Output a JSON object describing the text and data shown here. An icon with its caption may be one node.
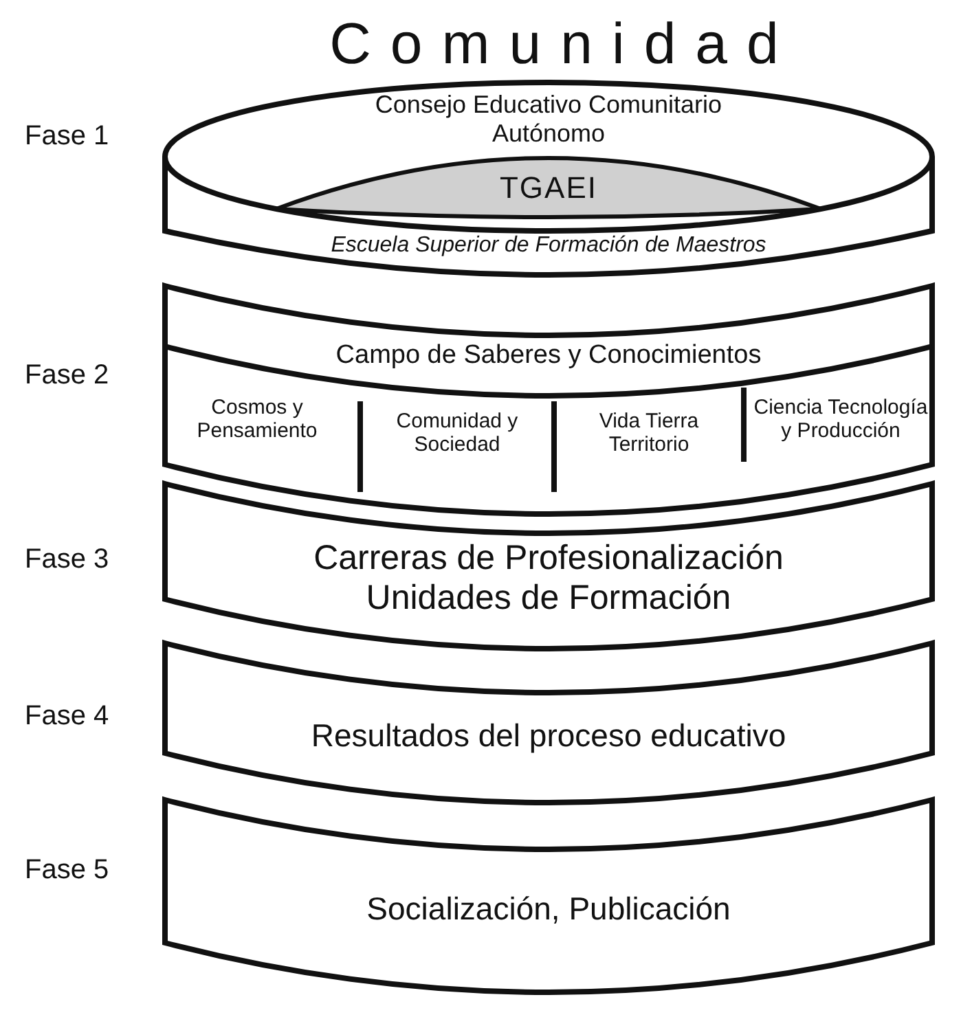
{
  "diagram": {
    "title": "Comunidad",
    "nodes": [
      {
        "text": [
          "Consejo Educativo Comunitario Autónomo",
          "Escuela Superior de Formación de Maestros"
        ],
        "beside": [
          "Fase 1"
        ]
      },
      {
        "text": [
          "TGAEI"
        ],
        "in": 0
      },
      {
        "text": [
          "Campo de Saberes y Conocimientos"
        ],
        "beside": [
          "Fase 2"
        ]
      },
      {
        "text": [
          "Cosmos y Pensamiento"
        ],
        "in": 2
      },
      {
        "text": [
          "Comunidad y Sociedad"
        ],
        "in": 2
      },
      {
        "text": [
          "Vida Tierra Territorio"
        ],
        "in": 2
      },
      {
        "text": [
          "Ciencia Tecnología y Producción"
        ],
        "in": 2
      },
      {
        "text": [
          "Carreras de Profesionalización",
          "Unidades de Formación"
        ],
        "beside": [
          "Fase 3"
        ]
      },
      {
        "text": [
          "Resultados del proceso educativo"
        ],
        "beside": [
          "Fase 4"
        ]
      },
      {
        "text": [
          "Socialización, Publicación"
        ],
        "beside": [
          "Fase 5"
        ]
      }
    ]
  }
}
